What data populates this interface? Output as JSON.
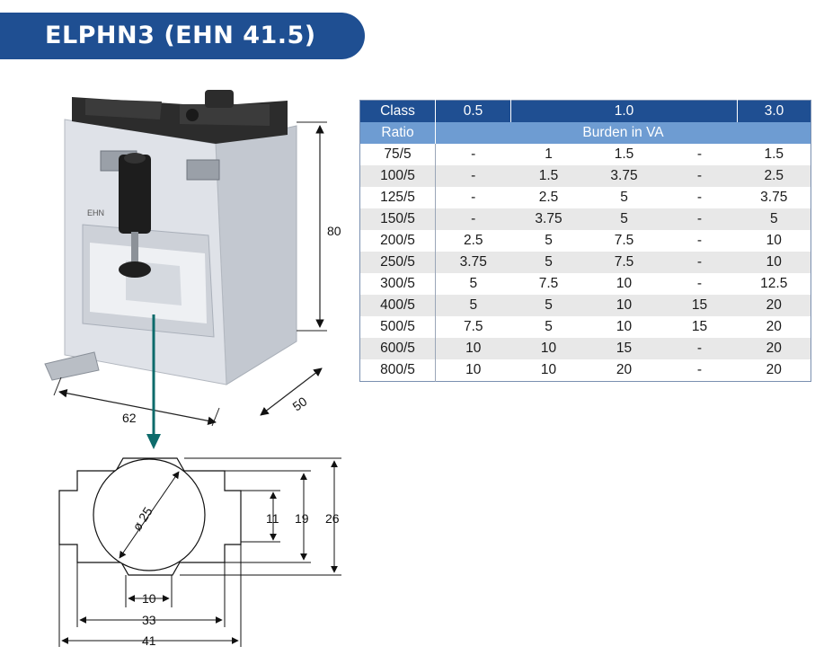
{
  "title": "ELPHN3 (EHN 41.5)",
  "product_dimensions": {
    "height": "80",
    "width": "62",
    "depth": "50"
  },
  "drawing_dimensions": {
    "diameter": "ø 25",
    "dim_11": "11",
    "dim_19": "19",
    "dim_26": "26",
    "dim_10": "10",
    "dim_33": "33",
    "dim_41": "41"
  },
  "product_markings": {
    "brand": "EHN"
  },
  "table": {
    "header_class_label": "Class",
    "class_05": "0.5",
    "class_10": "1.0",
    "class_30": "3.0",
    "header_ratio_label": "Ratio",
    "burden_label": "Burden in VA",
    "rows": [
      [
        "75/5",
        "-",
        "1",
        "1.5",
        "-",
        "1.5"
      ],
      [
        "100/5",
        "-",
        "1.5",
        "3.75",
        "-",
        "2.5"
      ],
      [
        "125/5",
        "-",
        "2.5",
        "5",
        "-",
        "3.75"
      ],
      [
        "150/5",
        "-",
        "3.75",
        "5",
        "-",
        "5"
      ],
      [
        "200/5",
        "2.5",
        "5",
        "7.5",
        "-",
        "10"
      ],
      [
        "250/5",
        "3.75",
        "5",
        "7.5",
        "-",
        "10"
      ],
      [
        "300/5",
        "5",
        "7.5",
        "10",
        "-",
        "12.5"
      ],
      [
        "400/5",
        "5",
        "5",
        "10",
        "15",
        "20"
      ],
      [
        "500/5",
        "7.5",
        "5",
        "10",
        "15",
        "20"
      ],
      [
        "600/5",
        "10",
        "10",
        "15",
        "-",
        "20"
      ],
      [
        "800/5",
        "10",
        "10",
        "20",
        "-",
        "20"
      ]
    ]
  },
  "colors": {
    "banner": "#1f4f92",
    "table_header": "#1f4f92",
    "table_subheader": "#6e9cd2",
    "arrow": "#0d6b6b",
    "housing": "#d9dde4",
    "terminal": "#2c2c2c"
  }
}
